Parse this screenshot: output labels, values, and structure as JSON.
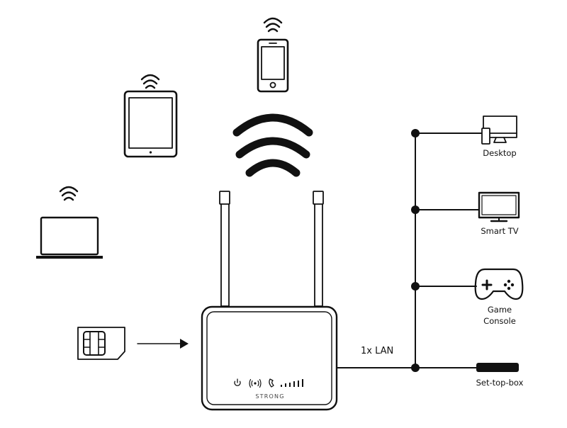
{
  "router": {
    "brand": "STRONG"
  },
  "lan_label": "1x LAN",
  "wired_devices": [
    {
      "name": "Desktop"
    },
    {
      "name": "Smart TV"
    },
    {
      "name": "Game",
      "name2": "Console"
    },
    {
      "name": "Set-top-box"
    }
  ],
  "wireless_devices": [
    {
      "icon": "smartphone-icon"
    },
    {
      "icon": "tablet-icon"
    },
    {
      "icon": "laptop-icon"
    }
  ],
  "colors": {
    "ink": "#111111",
    "white": "#ffffff"
  }
}
